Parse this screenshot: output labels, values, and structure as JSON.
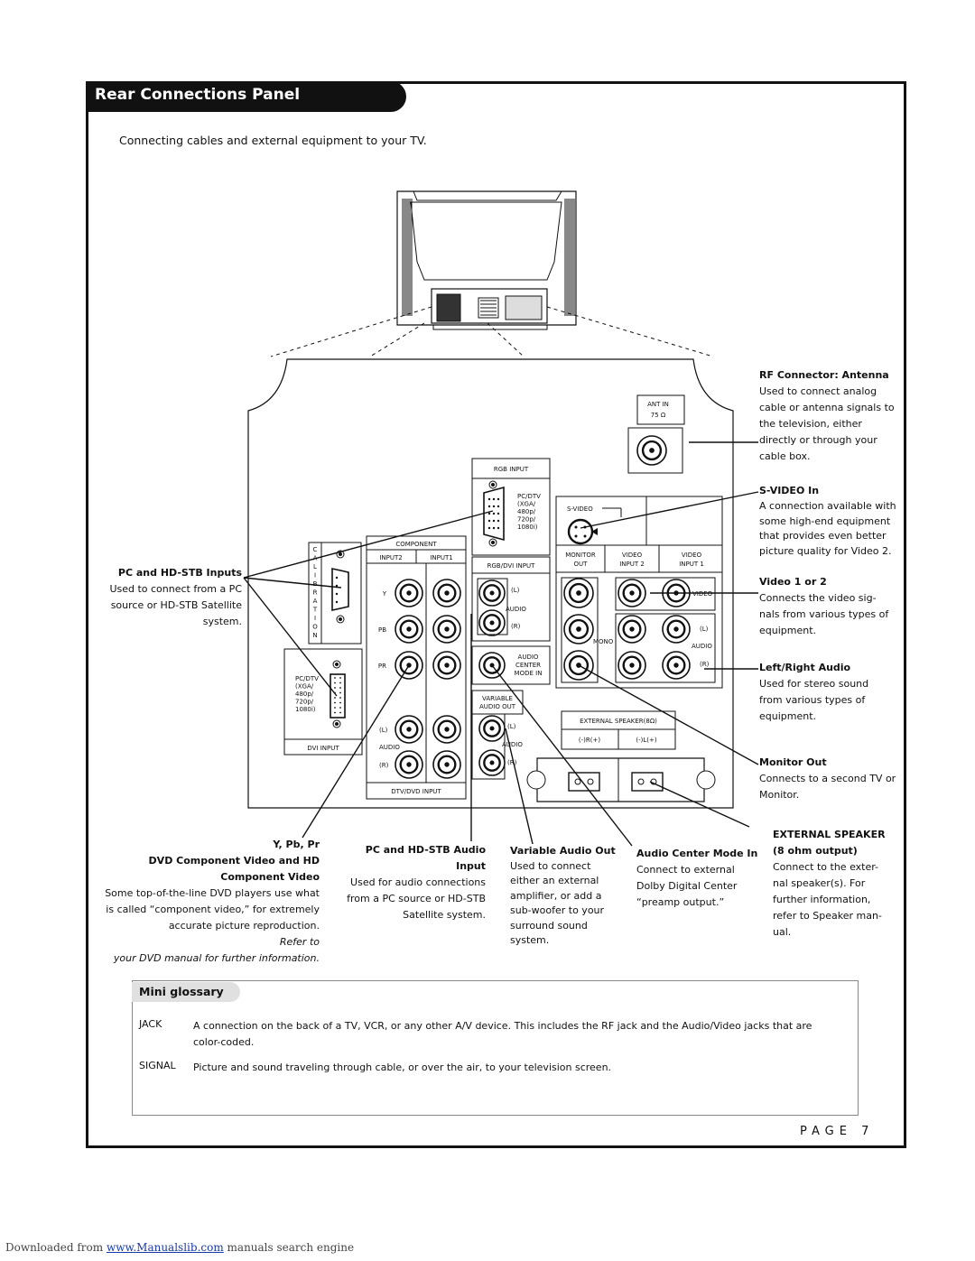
{
  "header": {
    "title": "Rear Connections Panel"
  },
  "subtitle": "Connecting cables and external equipment to your TV.",
  "diagram": {
    "panel_labels": {
      "ant_in": "ANT IN",
      "ohm75": "75 Ω",
      "rgb_input": "RGB INPUT",
      "pc_dtv": [
        "PC/DTV",
        "(XGA/",
        "480p/",
        "720p/",
        "1080i)"
      ],
      "s_video": "S-VIDEO",
      "component": "COMPONENT",
      "input2": "INPUT2",
      "input1": "INPUT1",
      "rgb_dvi_input": "RGB/DVI INPUT",
      "calibration": [
        "C",
        "A",
        "L",
        "I",
        "B",
        "R",
        "A",
        "T",
        "I",
        "O",
        "N"
      ],
      "monitor_out": [
        "MONITOR",
        "OUT"
      ],
      "video_input2": [
        "VIDEO",
        "INPUT 2"
      ],
      "video_input1": [
        "VIDEO",
        "INPUT 1"
      ],
      "y": "Y",
      "pb": "PB",
      "pr": "PR",
      "l": "(L)",
      "r": "(R)",
      "audio": "AUDIO",
      "video": "VIDEO",
      "mono": "MONO",
      "audio_center_mode_in": [
        "AUDIO",
        "CENTER",
        "MODE IN"
      ],
      "variable_audio_out": [
        "VARIABLE",
        "AUDIO OUT"
      ],
      "external_speaker": "EXTERNAL SPEAKER(8Ω)",
      "spk_r": "(-)R(+)",
      "spk_l": "(-)L(+)",
      "dvi_input": "DVI INPUT",
      "dtv_dvd_input": "DTV/DVD INPUT"
    }
  },
  "callouts": {
    "rf": {
      "title": "RF Connector: Antenna",
      "lines": [
        "Used to connect analog",
        "cable or antenna signals to",
        "the television, either",
        "directly or through your",
        "cable box."
      ]
    },
    "svideo": {
      "title": "S-VIDEO In",
      "lines": [
        "A connection available with",
        "some high-end equipment",
        "that provides even better",
        "picture quality for Video 2."
      ]
    },
    "video12": {
      "title": "Video 1 or 2",
      "lines": [
        "Connects the video sig-",
        "nals from various types of",
        "equipment."
      ]
    },
    "lr_audio": {
      "title": "Left/Right Audio",
      "lines": [
        "Used for stereo sound",
        "from various types of",
        "equipment."
      ]
    },
    "monitor_out": {
      "title": "Monitor Out",
      "lines": [
        "Connects to a second TV or",
        "Monitor."
      ]
    },
    "ext_speaker": {
      "title": [
        "EXTERNAL SPEAKER",
        "(8 ohm output)"
      ],
      "lines": [
        "Connect to the exter-",
        "nal speaker(s). For",
        "further information,",
        "refer to Speaker man-",
        "ual."
      ]
    },
    "pc_hdstb": {
      "title": "PC and HD-STB Inputs",
      "lines": [
        "Used to connect from a PC",
        "source or HD-STB Satellite",
        "system."
      ]
    },
    "ypbpr": {
      "title": [
        "Y, Pb, Pr",
        "DVD Component Video and HD",
        "Component Video"
      ],
      "lines": [
        "Some top-of-the-line DVD players use what",
        "is called “component video,” for extremely",
        "accurate picture reproduction."
      ],
      "italic": [
        "Refer to",
        "your DVD manual for further information."
      ]
    },
    "pc_audio": {
      "title": [
        "PC and HD-STB Audio",
        "Input"
      ],
      "lines": [
        "Used for audio connections",
        "from a PC source or HD-STB",
        "Satellite system."
      ]
    },
    "var_audio": {
      "title": "Variable Audio Out",
      "lines": [
        "Used to connect",
        "either an external",
        "amplifier, or add a",
        "sub-woofer to your",
        "surround sound system."
      ]
    },
    "center_mode": {
      "title": "Audio Center Mode In",
      "lines": [
        "Connect to external",
        "Dolby Digital Center",
        "“preamp output.”"
      ]
    }
  },
  "glossary": {
    "heading": "Mini glossary",
    "entries": [
      {
        "term": "JACK",
        "def": "A connection on the back of a TV, VCR, or any other A/V device. This includes the RF jack and the Audio/Video jacks that are color-coded."
      },
      {
        "term": "SIGNAL",
        "def": "Picture and sound traveling through cable, or over the air, to your television screen."
      }
    ]
  },
  "page": "PAGE 7",
  "footer": {
    "prefix": "Downloaded from",
    "link": "www.Manualslib.com",
    "suffix": "manuals search engine"
  }
}
